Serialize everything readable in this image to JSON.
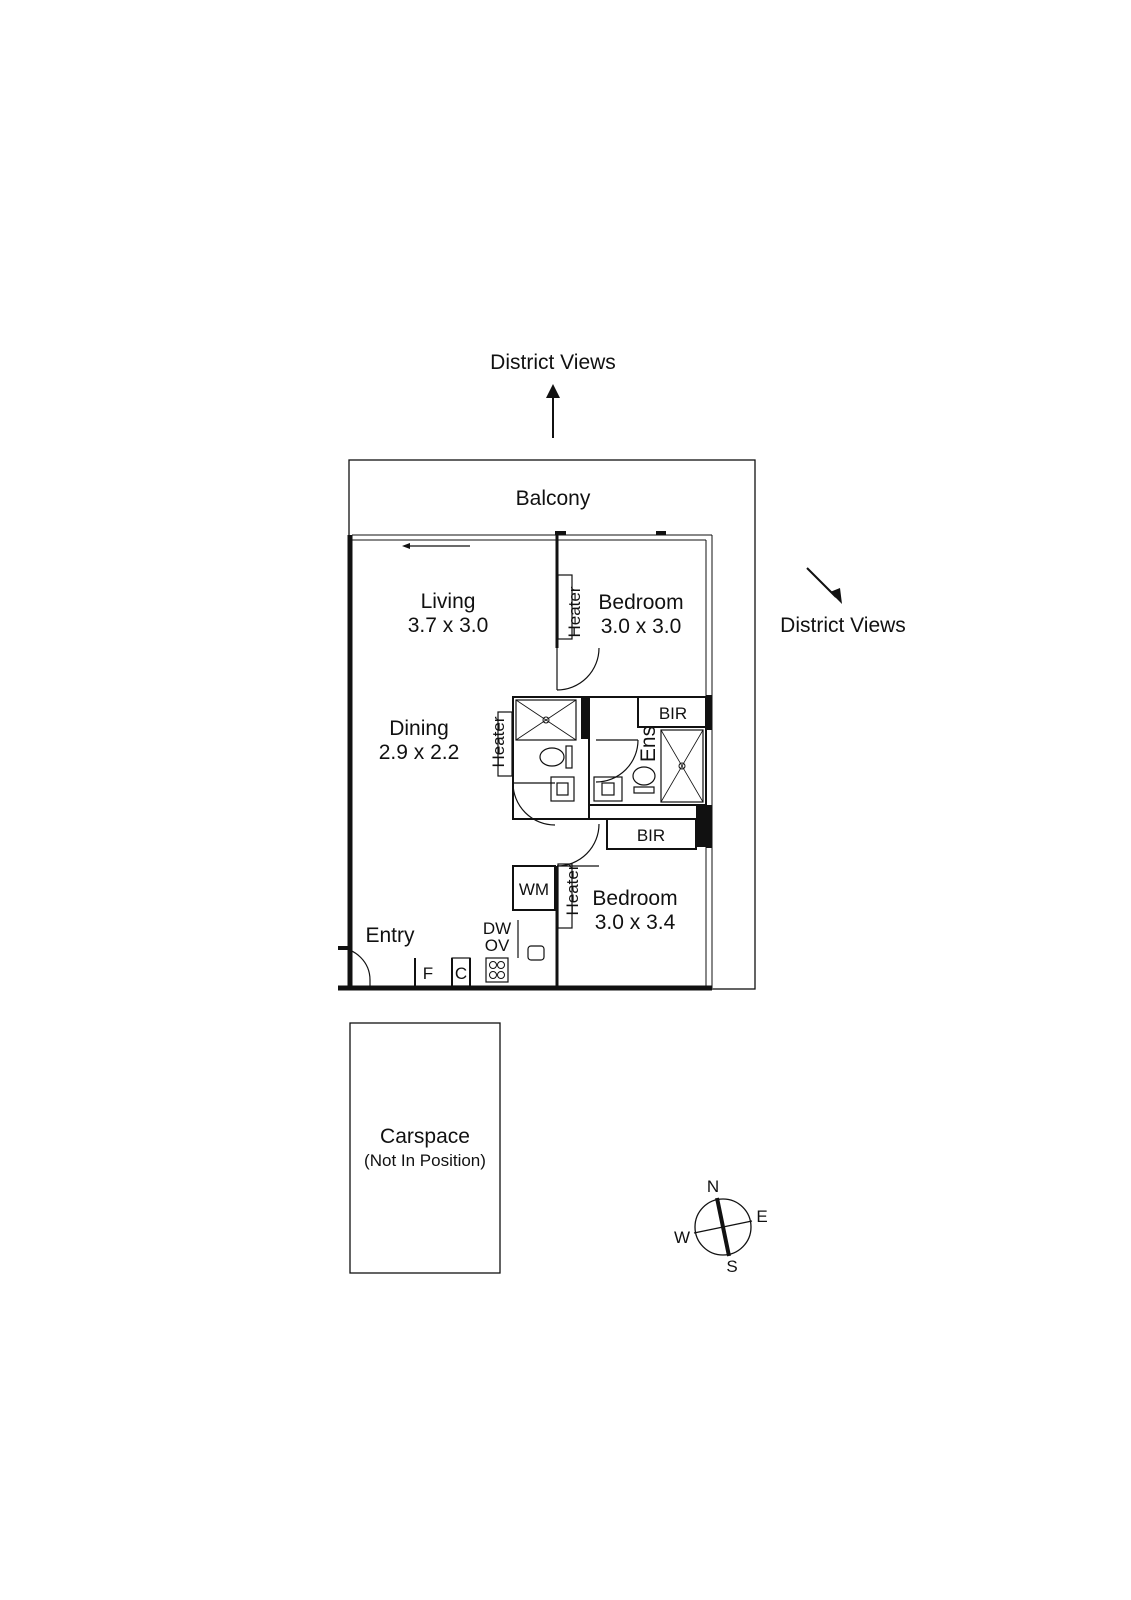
{
  "views": {
    "north": "District Views",
    "east": "District Views"
  },
  "balcony": "Balcony",
  "rooms": {
    "living": {
      "name": "Living",
      "dims": "3.7 x 3.0"
    },
    "dining": {
      "name": "Dining",
      "dims": "2.9 x 2.2"
    },
    "bedroom1": {
      "name": "Bedroom",
      "dims": "3.0 x 3.0"
    },
    "bedroom2": {
      "name": "Bedroom",
      "dims": "3.0 x 3.4"
    },
    "entry": "Entry"
  },
  "fixtures": {
    "heater": "Heater",
    "bir": "BIR",
    "ens": "Ens",
    "wm": "WM",
    "dw": "DW",
    "ov": "OV",
    "fridge": "F",
    "cupboard": "C"
  },
  "carspace": {
    "name": "Carspace",
    "note": "(Not In Position)"
  },
  "compass": {
    "n": "N",
    "e": "E",
    "s": "S",
    "w": "W"
  }
}
